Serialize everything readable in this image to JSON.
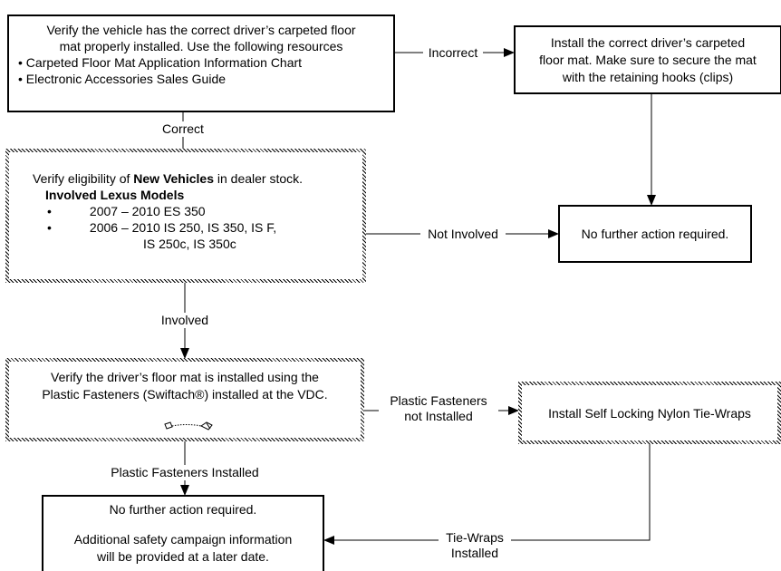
{
  "boxes": {
    "verify_mat": {
      "line1": "Verify the vehicle has the correct driver’s carpeted floor",
      "line2": "mat properly installed.  Use the following resources",
      "bullets": [
        "Carpeted Floor Mat Application Information Chart",
        "Electronic Accessories Sales Guide"
      ]
    },
    "install_mat": {
      "line1": "Install the correct driver’s carpeted",
      "line2": "floor mat.  Make sure to secure the mat",
      "line3": "with the retaining hooks (clips)"
    },
    "eligibility": {
      "intro_pre": "Verify eligibility of ",
      "intro_bold": "New Vehicles",
      "intro_post": " in dealer stock.",
      "models_heading": "Involved Lexus Models",
      "models": [
        "2007 – 2010 ES 350",
        "2006 – 2010 IS 250, IS 350, IS F,"
      ],
      "models_cont": "IS 250c, IS 350c"
    },
    "no_action_1": {
      "text": "No further action required."
    },
    "verify_fasteners": {
      "line1": "Verify the driver’s floor mat is installed using the",
      "line2": "Plastic Fasteners (Swiftach®) installed at the VDC."
    },
    "tie_wraps": {
      "text": "Install Self Locking Nylon Tie-Wraps"
    },
    "no_action_2": {
      "line1": "No further action required.",
      "line2": "Additional safety campaign information",
      "line3": "will be provided at a later date."
    }
  },
  "edges": {
    "incorrect": "Incorrect",
    "correct": "Correct",
    "not_involved": "Not Involved",
    "involved": "Involved",
    "not_installed_1": "Plastic Fasteners",
    "not_installed_2": "not Installed",
    "installed": "Plastic Fasteners Installed",
    "tie_wraps_1": "Tie-Wraps",
    "tie_wraps_2": "Installed"
  }
}
